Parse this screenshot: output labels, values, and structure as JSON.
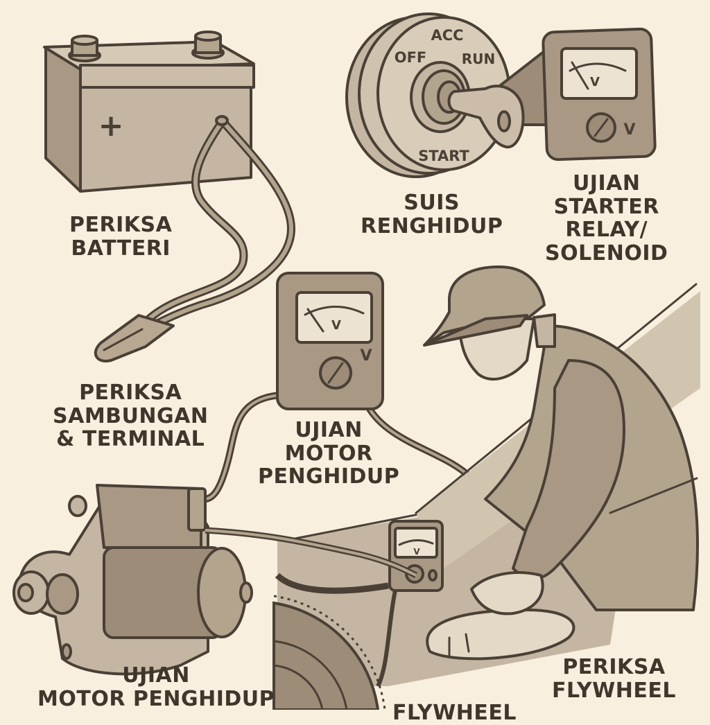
{
  "title": "Starter system troubleshooting illustration",
  "colors": {
    "background": "#f8efdf",
    "ink": "#4a4036",
    "fill_light": "#d9ccb8",
    "fill_mid": "#b8a892",
    "fill_dark": "#9c8c78",
    "meter_face": "#ede3d2"
  },
  "labels": {
    "battery": [
      "PERIKSA",
      "BATTERI"
    ],
    "connections": [
      "PERIKSA",
      "SAMBUNGAN",
      "& TERMINAL"
    ],
    "ignition_switch": [
      "SUIS",
      "RENGHIDUP"
    ],
    "relay": [
      "UJIAN",
      "STARTER",
      "RELAY/",
      "SOLENOID"
    ],
    "motor_meter": [
      "UJIAN",
      "MOTOR",
      "PENGHIDUP"
    ],
    "motor_bottom": [
      "UJIAN",
      "MOTOR PENGHIDUP"
    ],
    "flywheel": [
      "PERIKSA",
      "FLYWHEEL"
    ],
    "flywheel_cut": [
      "FLYWHEEL"
    ]
  },
  "ignition_positions": {
    "acc": "ACC",
    "off": "OFF",
    "run": "RUN",
    "start": "START"
  },
  "symbols": {
    "battery_plus": "+",
    "meter_unit": "V"
  }
}
